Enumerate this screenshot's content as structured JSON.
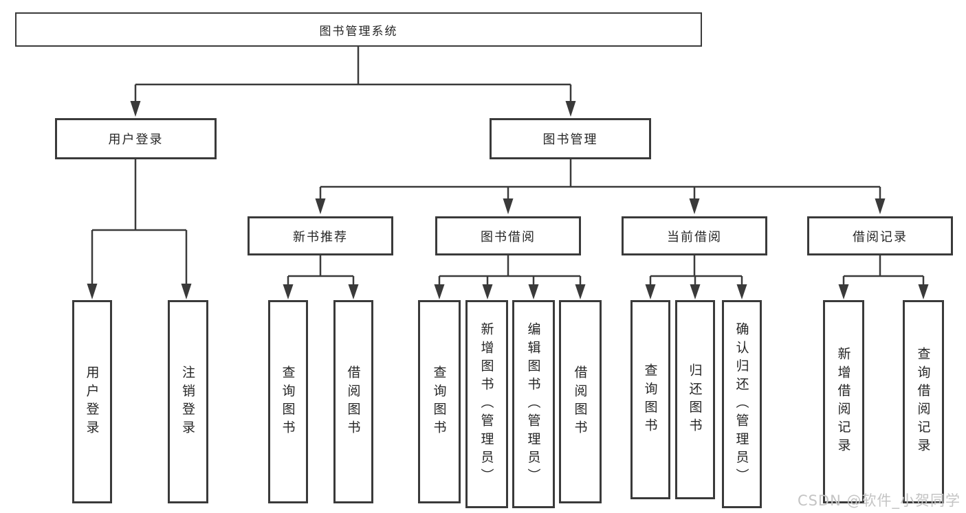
{
  "colors": {
    "line": "#3a3a3a",
    "text": "#262626",
    "watermark": "#c4c4c4"
  },
  "tree": {
    "root": {
      "label": "图书管理系统"
    },
    "user": {
      "label": "用户登录",
      "children": [
        {
          "label": "用户登录"
        },
        {
          "label": "注销登录"
        }
      ]
    },
    "book": {
      "label": "图书管理",
      "groups": [
        {
          "label": "新书推荐",
          "children": [
            {
              "label": "查询图书"
            },
            {
              "label": "借阅图书"
            }
          ]
        },
        {
          "label": "图书借阅",
          "children": [
            {
              "label": "查询图书"
            },
            {
              "label": "新增图书（管理员）"
            },
            {
              "label": "编辑图书（管理员）"
            },
            {
              "label": "借阅图书"
            }
          ]
        },
        {
          "label": "当前借阅",
          "children": [
            {
              "label": "查询图书"
            },
            {
              "label": "归还图书"
            },
            {
              "label": "确认归还（管理员）"
            }
          ]
        },
        {
          "label": "借阅记录",
          "children": [
            {
              "label": "新增借阅记录"
            },
            {
              "label": "查询借阅记录"
            }
          ]
        }
      ]
    }
  },
  "watermark": {
    "text": "CSDN @软件_小贺同学"
  }
}
